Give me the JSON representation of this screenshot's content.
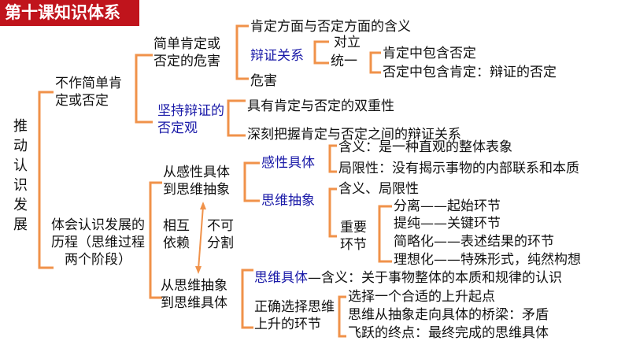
{
  "title": "第十课知识体系",
  "root": "推动认识发展",
  "part1": {
    "label": "不作简单肯定或否定",
    "harm": {
      "label": "简单肯定或否定的危害",
      "meaning": "肯定方面与否定方面的含义",
      "relation": "辩证关系",
      "opposite": "对立",
      "unity": "统一",
      "u1": "肯定中包含否定",
      "u2": "否定中包含肯定：辩证的否定",
      "danger": "危害"
    },
    "dialectic": {
      "label": "坚持辩证的否定观",
      "i1": "具有肯定与否定的双重性",
      "i2": "深刻把握肯定与否定之间的辩证关系"
    }
  },
  "part2": {
    "label": "体会认识发展的历程（思维过程两个阶段）",
    "stage1": {
      "label": "从感性具体到思维抽象",
      "perceptual": "感性具体",
      "p1": "含义：是一种直观的整体表象",
      "p2": "局限性：没有揭示事物的内部联系和本质",
      "abstract": "思维抽象",
      "a1": "含义、局限性",
      "a2": "重要环节",
      "steps": [
        "分离——起始环节",
        "提纯——关键环节",
        "简略化——表述结果的环节",
        "理想化——特殊形式，纯然构想"
      ]
    },
    "rel_left": "相互依赖",
    "rel_right": "不可分割",
    "stage2": {
      "label": "从思维抽象到思维具体",
      "concrete": "思维具体",
      "concrete_def": "—含义：关于事物整体的本质和规律的认识",
      "choose": "正确选择思维上升的环节",
      "c": [
        "选择一个合适的上升起点",
        "思维从抽象走向具体的桥梁：矛盾",
        "飞跃的终点：最终完成的思维具体"
      ]
    }
  }
}
